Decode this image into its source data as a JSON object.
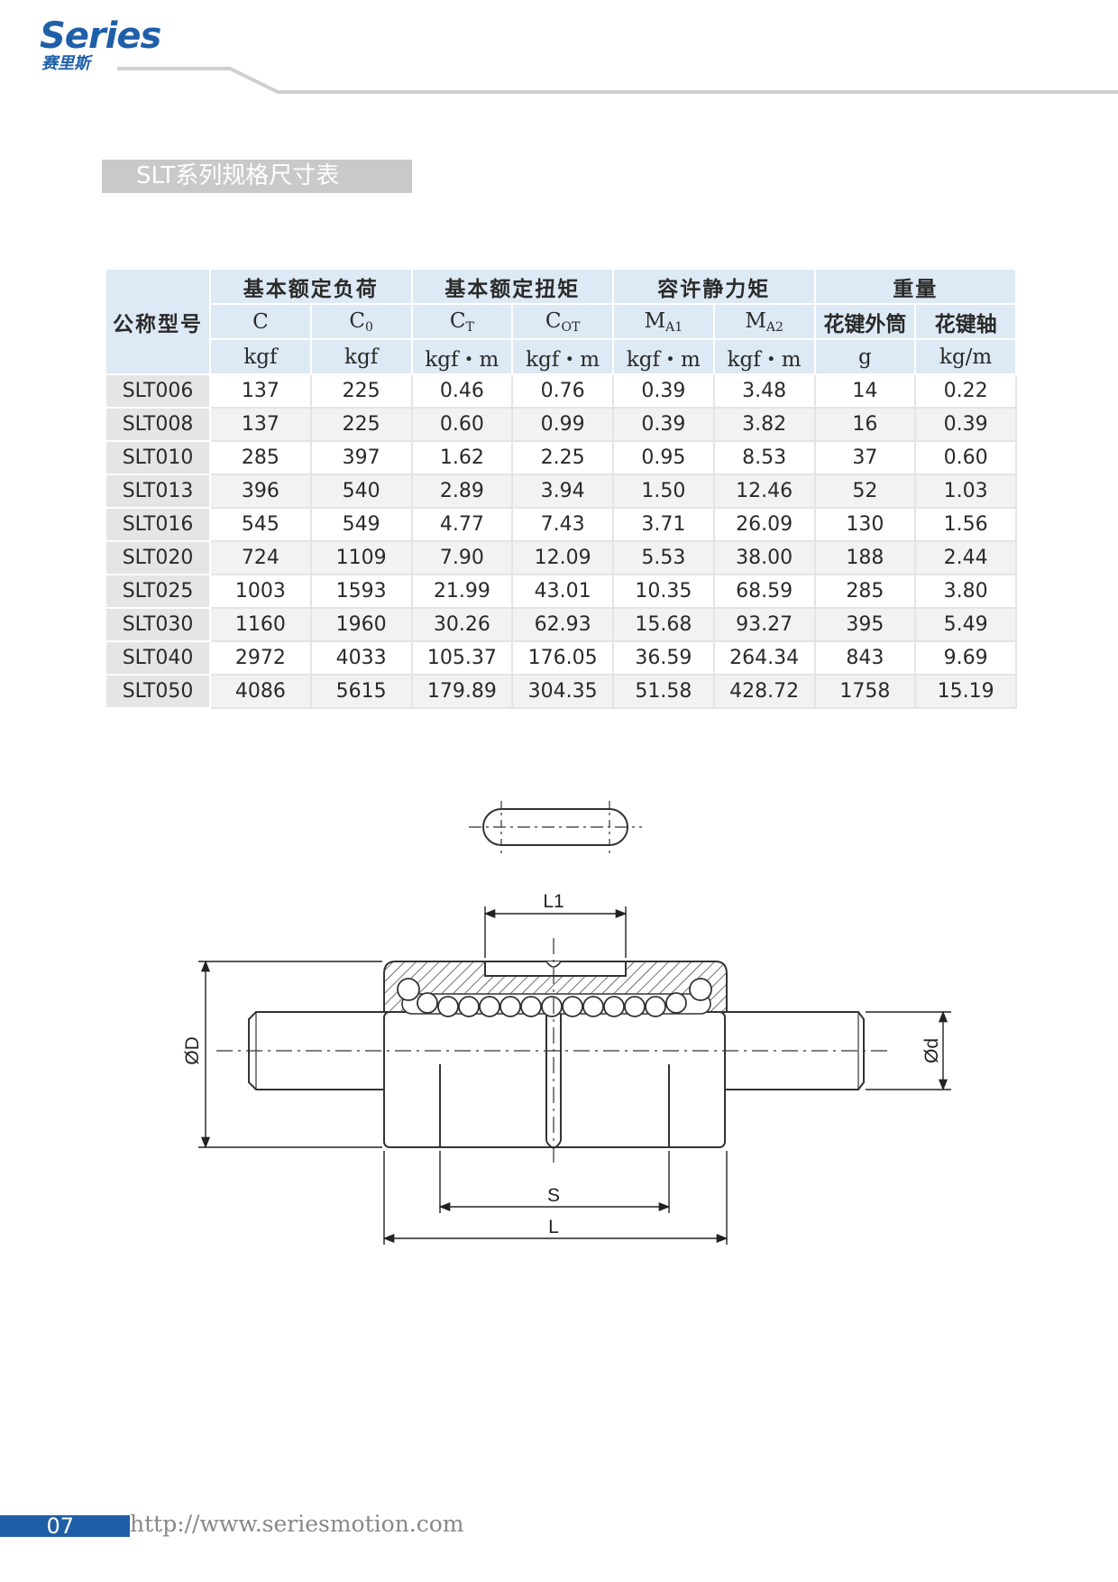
{
  "header": {
    "logo_text": "Series",
    "logo_cn": "赛里斯"
  },
  "section_title": "SLT系列规格尺寸表",
  "table": {
    "model_header": "公称型号",
    "groups": [
      "基本额定负荷",
      "基本额定扭矩",
      "容许静力矩",
      "重量"
    ],
    "symbols": [
      {
        "base": "C",
        "sub": ""
      },
      {
        "base": "C",
        "sub": "0"
      },
      {
        "base": "C",
        "sub": "T"
      },
      {
        "base": "C",
        "sub": "OT"
      },
      {
        "base": "M",
        "sub": "A1"
      },
      {
        "base": "M",
        "sub": "A2"
      },
      {
        "base": "花键外筒",
        "sub": ""
      },
      {
        "base": "花键轴",
        "sub": ""
      }
    ],
    "units": [
      "kgf",
      "kgf",
      "kgf・m",
      "kgf・m",
      "kgf・m",
      "kgf・m",
      "g",
      "kg/m"
    ],
    "rows": [
      [
        "SLT006",
        "137",
        "225",
        "0.46",
        "0.76",
        "0.39",
        "3.48",
        "14",
        "0.22"
      ],
      [
        "SLT008",
        "137",
        "225",
        "0.60",
        "0.99",
        "0.39",
        "3.82",
        "16",
        "0.39"
      ],
      [
        "SLT010",
        "285",
        "397",
        "1.62",
        "2.25",
        "0.95",
        "8.53",
        "37",
        "0.60"
      ],
      [
        "SLT013",
        "396",
        "540",
        "2.89",
        "3.94",
        "1.50",
        "12.46",
        "52",
        "1.03"
      ],
      [
        "SLT016",
        "545",
        "549",
        "4.77",
        "7.43",
        "3.71",
        "26.09",
        "130",
        "1.56"
      ],
      [
        "SLT020",
        "724",
        "1109",
        "7.90",
        "12.09",
        "5.53",
        "38.00",
        "188",
        "2.44"
      ],
      [
        "SLT025",
        "1003",
        "1593",
        "21.99",
        "43.01",
        "10.35",
        "68.59",
        "285",
        "3.80"
      ],
      [
        "SLT030",
        "1160",
        "1960",
        "30.26",
        "62.93",
        "15.68",
        "93.27",
        "395",
        "5.49"
      ],
      [
        "SLT040",
        "2972",
        "4033",
        "105.37",
        "176.05",
        "36.59",
        "264.34",
        "843",
        "9.69"
      ],
      [
        "SLT050",
        "4086",
        "5615",
        "179.89",
        "304.35",
        "51.58",
        "428.72",
        "1758",
        "15.19"
      ]
    ]
  },
  "drawing": {
    "labels": {
      "L1": "L1",
      "S": "S",
      "L": "L",
      "D": "ØD",
      "d": "Ød"
    }
  },
  "footer": {
    "page_number": "07",
    "url": "http://www.seriesmotion.com"
  },
  "colors": {
    "brand_blue": "#1f5fa8",
    "header_bg": "#dde9f4",
    "model_bg": "#e5e5e5",
    "title_bg": "#c9c9c9"
  }
}
